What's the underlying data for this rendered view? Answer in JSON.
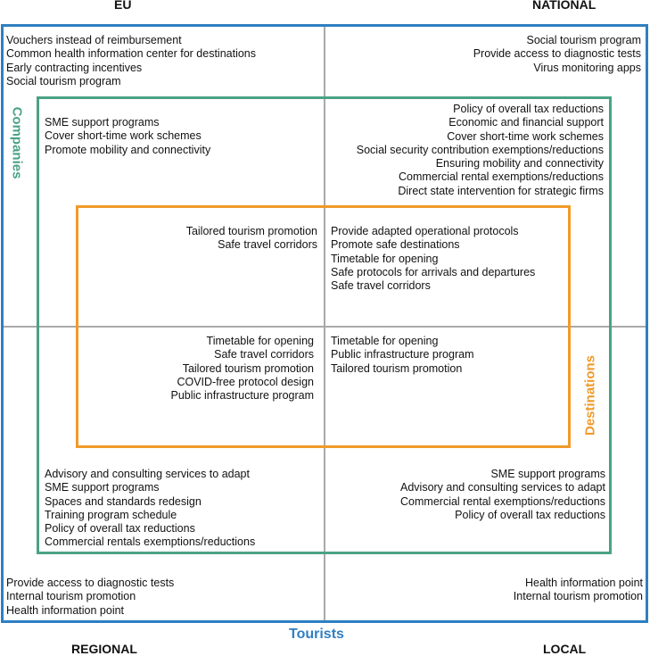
{
  "corners": {
    "top_left": "EU",
    "top_right": "NATIONAL",
    "bottom_left": "REGIONAL",
    "bottom_right": "LOCAL"
  },
  "labels": {
    "tourists": "Tourists",
    "companies": "Companies",
    "destinations": "Destinations"
  },
  "colors": {
    "tourists": "#2f7fc1",
    "companies": "#4aa285",
    "destinations": "#f09a2a",
    "axes": "#a9a9a9"
  },
  "eu_tourists": [
    "Vouchers instead of reimbursement",
    "Common health information center for destinations",
    "Early contracting incentives",
    "Social tourism program"
  ],
  "national_tourists": [
    "Social tourism program",
    "Provide access to diagnostic tests",
    "Virus monitoring apps"
  ],
  "eu_companies": [
    "SME support programs",
    "Cover short-time work schemes",
    "Promote mobility and connectivity"
  ],
  "national_companies": [
    "Policy of overall tax reductions",
    "Economic and financial support",
    "Cover short-time work schemes",
    "Social security contribution exemptions/reductions",
    "Ensuring mobility and connectivity",
    "Commercial rental exemptions/reductions",
    "Direct state intervention for strategic firms"
  ],
  "eu_destinations": [
    "Tailored tourism promotion",
    "Safe travel corridors"
  ],
  "national_destinations": [
    "Provide adapted operational protocols",
    "Promote safe destinations",
    "Timetable for opening",
    "Safe protocols for arrivals and departures",
    "Safe travel corridors"
  ],
  "regional_destinations": [
    "Timetable for opening",
    "Safe travel corridors",
    "Tailored tourism promotion",
    "COVID-free protocol design",
    "Public infrastructure program"
  ],
  "local_destinations": [
    "Timetable for opening",
    "Public infrastructure program",
    "Tailored tourism promotion"
  ],
  "regional_companies": [
    "Advisory and consulting services to adapt",
    "SME support programs",
    "Spaces and standards redesign",
    "Training program schedule",
    "Policy of overall tax reductions",
    "Commercial rentals exemptions/reductions"
  ],
  "local_companies": [
    "SME support programs",
    "Advisory and consulting services to adapt",
    "Commercial rental exemptions/reductions",
    "Policy of overall tax reductions"
  ],
  "regional_tourists": [
    "Provide access to diagnostic tests",
    "Internal tourism promotion",
    "Health information point"
  ],
  "local_tourists": [
    "Health information point",
    "Internal tourism promotion"
  ]
}
